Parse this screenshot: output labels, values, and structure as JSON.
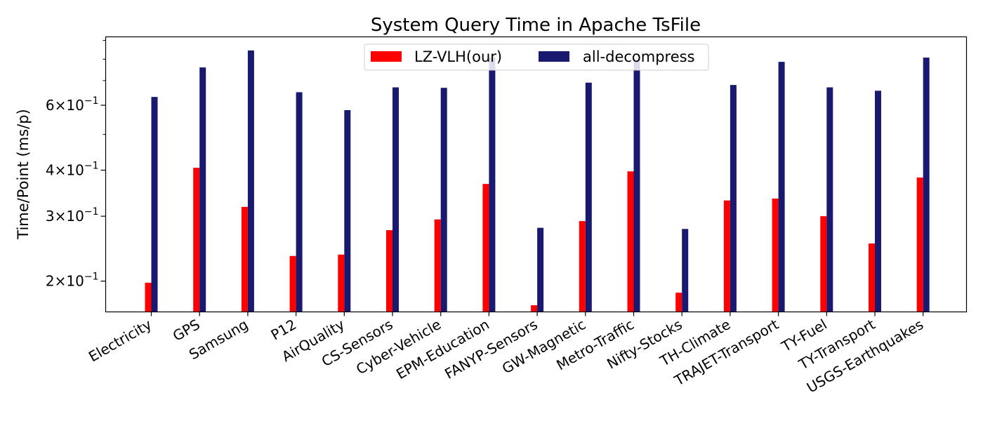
{
  "chart_data": {
    "type": "bar",
    "title": "System Query Time in Apache TsFile",
    "xlabel": "",
    "ylabel": "Time/Point (ms/p)",
    "yscale": "log",
    "ylim": [
      0.165,
      0.92
    ],
    "grid": false,
    "legend_position": "top-center",
    "categories": [
      "Electricity",
      "GPS",
      "Samsung",
      "P12",
      "AirQuality",
      "CS-Sensors",
      "Cyber-Vehicle",
      "EPM-Education",
      "FANYP-Sensors",
      "GW-Magnetic",
      "Metro-Traffic",
      "Nifty-Stocks",
      "TH-Climate",
      "TRAJET-Transport",
      "TY-Fuel",
      "TY-Transport",
      "USGS-Earthquakes"
    ],
    "series": [
      {
        "name": "LZ-VLH(our)",
        "color": "#ff0000",
        "values": [
          0.198,
          0.406,
          0.318,
          0.234,
          0.236,
          0.275,
          0.294,
          0.367,
          0.172,
          0.291,
          0.397,
          0.186,
          0.331,
          0.335,
          0.3,
          0.253,
          0.382
        ]
      },
      {
        "name": "all-decompress",
        "color": "#191970",
        "values": [
          0.632,
          0.76,
          0.845,
          0.651,
          0.582,
          0.671,
          0.669,
          0.809,
          0.279,
          0.691,
          0.799,
          0.277,
          0.681,
          0.787,
          0.671,
          0.657,
          0.808
        ]
      }
    ],
    "yticks": [
      {
        "value": 0.2,
        "label_base": "2×10",
        "label_exp": "−1"
      },
      {
        "value": 0.3,
        "label_base": "3×10",
        "label_exp": "−1"
      },
      {
        "value": 0.4,
        "label_base": "4×10",
        "label_exp": "−1"
      },
      {
        "value": 0.6,
        "label_base": "6×10",
        "label_exp": "−1"
      }
    ],
    "minor_yticks": [
      0.5,
      0.7,
      0.8,
      0.9
    ]
  }
}
